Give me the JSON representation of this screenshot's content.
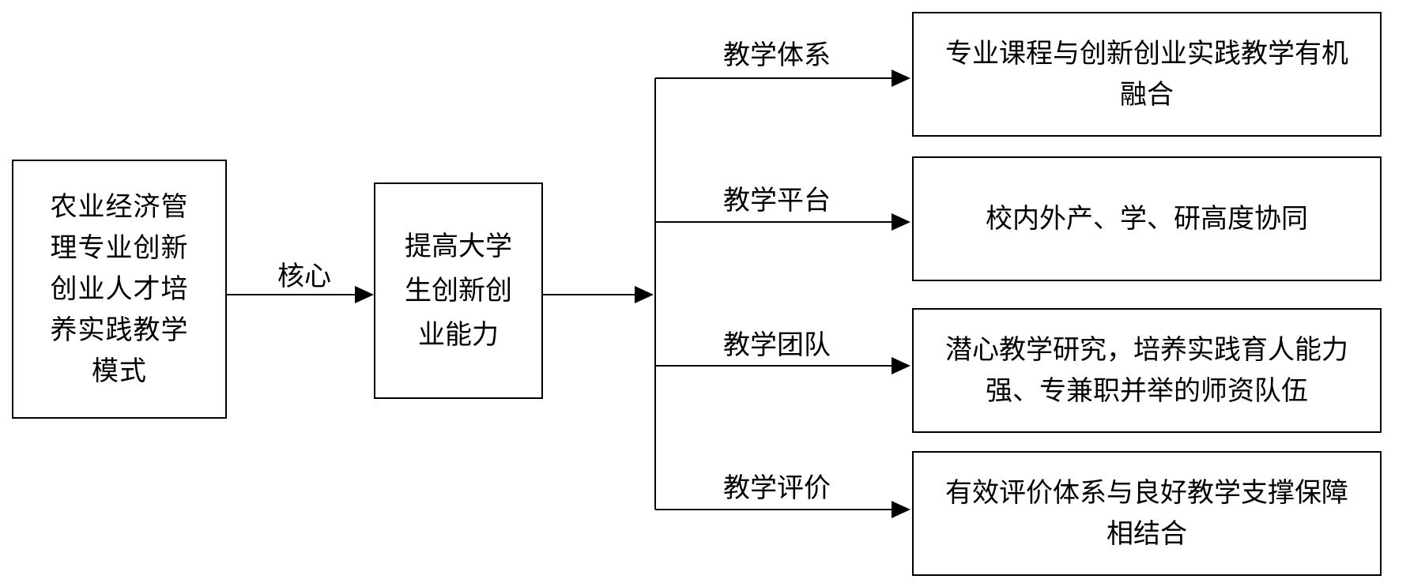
{
  "diagram": {
    "source_box": "农业经济管理专业创新创业人才培养实践教学模式",
    "core_label": "核心",
    "goal_box": "提高大学生创新创业能力",
    "branches": [
      {
        "label": "教学体系",
        "text": "专业课程与创新创业实践教学有机融合"
      },
      {
        "label": "教学平台",
        "text": "校内外产、学、研高度协同"
      },
      {
        "label": "教学团队",
        "text": "潜心教学研究，培养实践育人能力强、专兼职并举的师资队伍"
      },
      {
        "label": "教学评价",
        "text": "有效评价体系与良好教学支撑保障相结合"
      }
    ]
  }
}
